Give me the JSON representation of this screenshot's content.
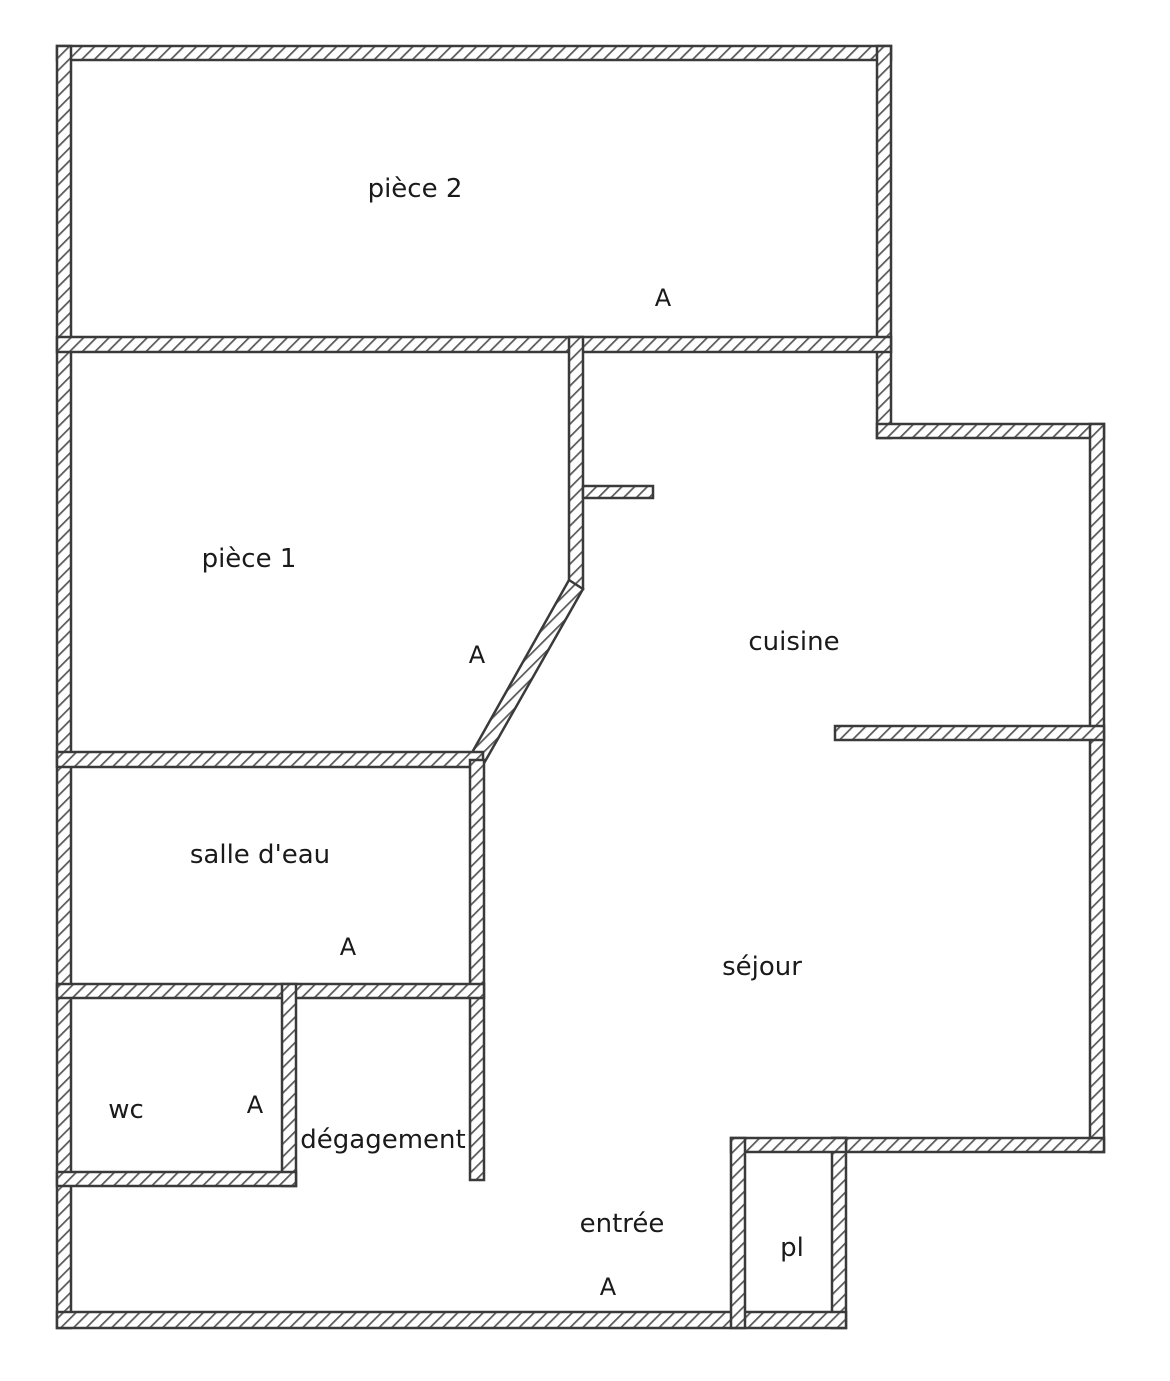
{
  "rooms": {
    "piece2": "pièce 2",
    "piece1": "pièce 1",
    "cuisine": "cuisine",
    "salle_deau": "salle d'eau",
    "sejour": "séjour",
    "wc": "wc",
    "degagement": "dégagement",
    "entree": "entrée",
    "pl": "pl"
  },
  "markers": {
    "piece2": "A",
    "piece1": "A",
    "salle_deau": "A",
    "wc": "A",
    "entree": "A"
  },
  "colors": {
    "wall_stroke": "#3a3a3a",
    "hatch": "#5a5a5a",
    "background": "#ffffff"
  }
}
